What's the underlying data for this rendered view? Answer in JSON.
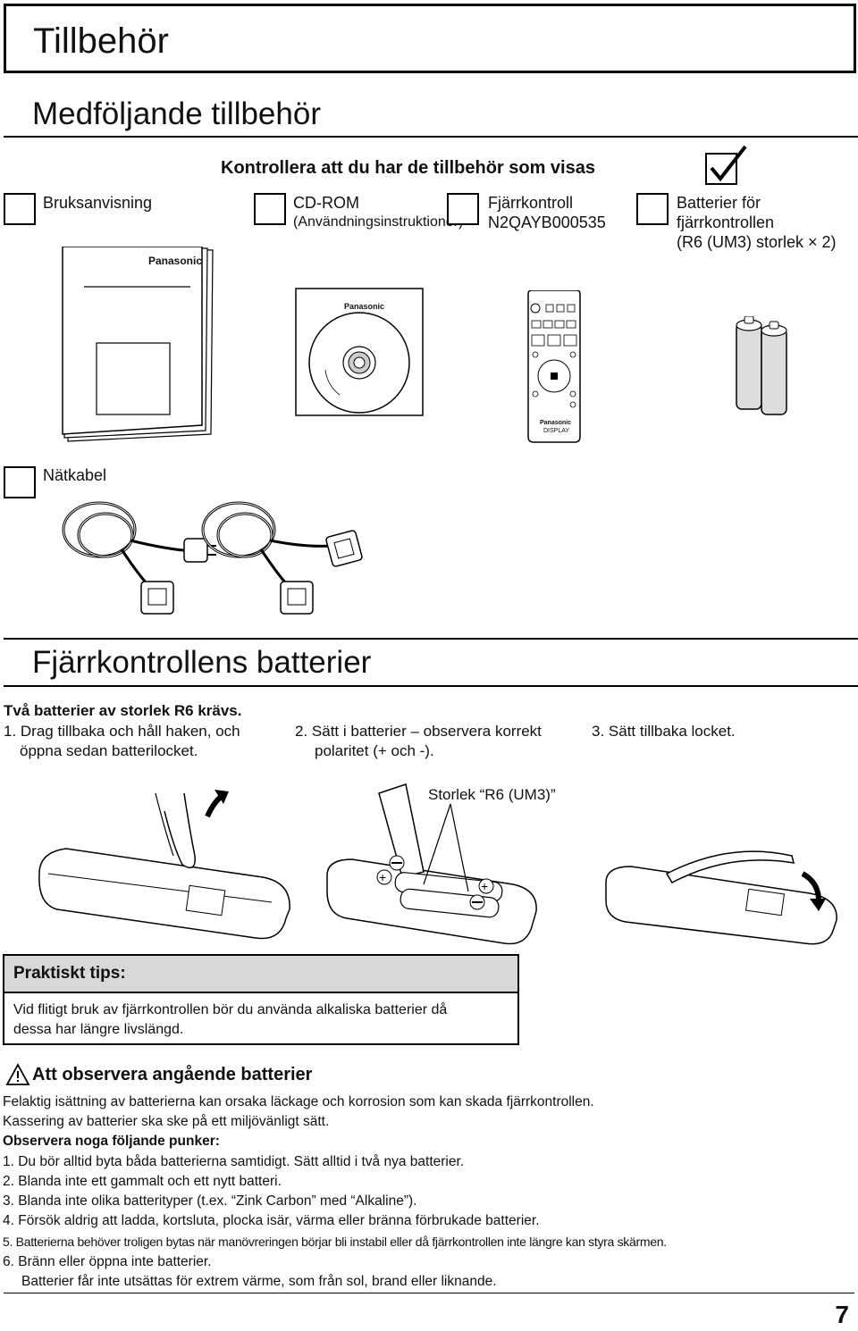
{
  "page_title": "Tillbehör",
  "section1": {
    "title": "Medföljande tillbehör",
    "check_heading": "Kontrollera att du har de tillbehör som visas",
    "items": [
      {
        "label_lines": [
          "Bruksanvisning"
        ]
      },
      {
        "label_lines": [
          "CD-ROM",
          "(Användningsinstruktioner)"
        ]
      },
      {
        "label_lines": [
          "Fjärrkontroll",
          "N2QAYB000535"
        ]
      },
      {
        "label_lines": [
          "Batterier för",
          "fjärrkontrollen",
          "(R6 (UM3) storlek × 2)"
        ]
      },
      {
        "label_lines": [
          "Nätkabel"
        ]
      }
    ],
    "brand": "Panasonic",
    "remote_display_label": "DISPLAY"
  },
  "section2": {
    "title": "Fjärrkontrollens batterier",
    "intro": "Två batterier av storlek R6 krävs.",
    "steps": [
      {
        "line1": "1. Drag tillbaka och håll haken, och",
        "line2": "öppna sedan batterilocket."
      },
      {
        "line1": "2. Sätt i batterier – observera korrekt",
        "line2": "polaritet (+ och -)."
      },
      {
        "line1": "3. Sätt tillbaka locket.",
        "line2": ""
      }
    ],
    "size_callout": "Storlek “R6 (UM3)”"
  },
  "tips": {
    "heading": "Praktiskt tips:",
    "body_lines": [
      "Vid flitigt bruk av fjärrkontrollen bör du använda alkaliska batterier då",
      "dessa har längre livslängd."
    ]
  },
  "caution": {
    "heading": "Att observera angående batterier",
    "lines": [
      "Felaktig isättning av batterierna kan orsaka läckage och korrosion som kan skada fjärrkontrollen.",
      "Kassering av batterier ska ske på ett miljövänligt sätt.",
      "Observera noga följande punker:",
      "1. Du bör alltid byta båda batterierna samtidigt. Sätt alltid i två nya batterier.",
      "2. Blanda inte ett gammalt och ett nytt batteri.",
      "3. Blanda inte olika batterityper (t.ex. “Zink Carbon” med “Alkaline”).",
      "4. Försök aldrig att ladda, kortsluta, plocka isär, värma eller bränna förbrukade batterier.",
      "5. Batterierna behöver troligen bytas när manövreringen börjar bli instabil eller då fjärrkontrollen inte längre kan styra skärmen.",
      "6. Bränn eller öppna inte batterier.",
      "Batterier får inte utsättas för extrem värme, som från sol, brand eller liknande."
    ]
  },
  "page_number": "7"
}
